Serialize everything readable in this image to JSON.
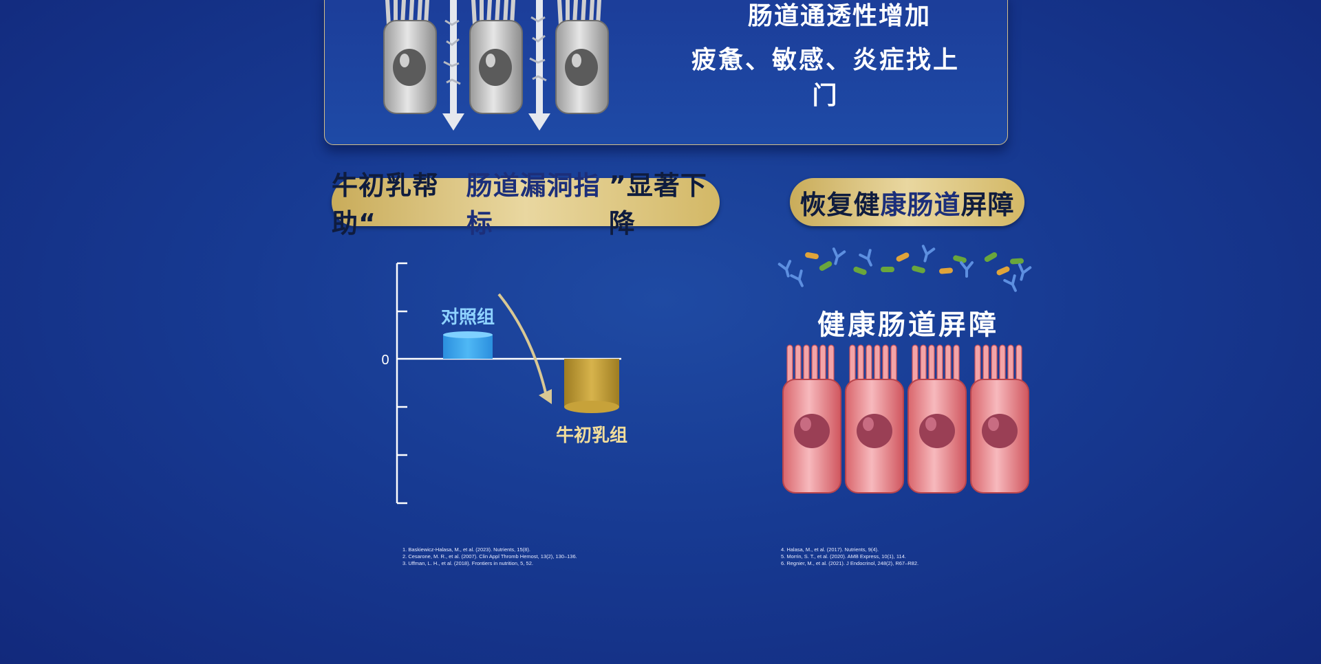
{
  "top_panel": {
    "line1": "肠道通透性增加",
    "line2": "疲惫、敏感、炎症找上门"
  },
  "pill_left": {
    "text_before": "牛初乳帮助“",
    "text_highlight": "肠道漏洞指标",
    "text_after": "”显著下降"
  },
  "pill_right": {
    "text_before": "恢复健",
    "text_highlight": "康肠道",
    "text_after": "屏障"
  },
  "chart_data": {
    "type": "bar",
    "categories": [
      "对照组",
      "牛初乳组"
    ],
    "values": [
      0.5,
      -1.0
    ],
    "zero_label": "0",
    "colors": [
      "#2f9ee8",
      "#b8962e"
    ],
    "legend": "none"
  },
  "healthy_barrier_title": "健康肠道屏障",
  "references_left": [
    "1. Baskiewicz-Halasa, M., et al. (2023). Nutrients, 15(8).",
    "2. Cesarone, M. R., et al. (2007). Clin Appl Thromb Hemost, 13(2), 130–136.",
    "3. Uffman, L. H., et al. (2018). Frontiers in nutrition, 5, 52."
  ],
  "references_right": [
    "4. Halasa, M., et al. (2017). Nutrients, 9(4).",
    "5. Morrin, S. T., et al. (2020). AMB Express, 10(1), 114.",
    "6. Regnier, M., et al. (2021). J Endocrinol, 248(2), R67–R82."
  ]
}
